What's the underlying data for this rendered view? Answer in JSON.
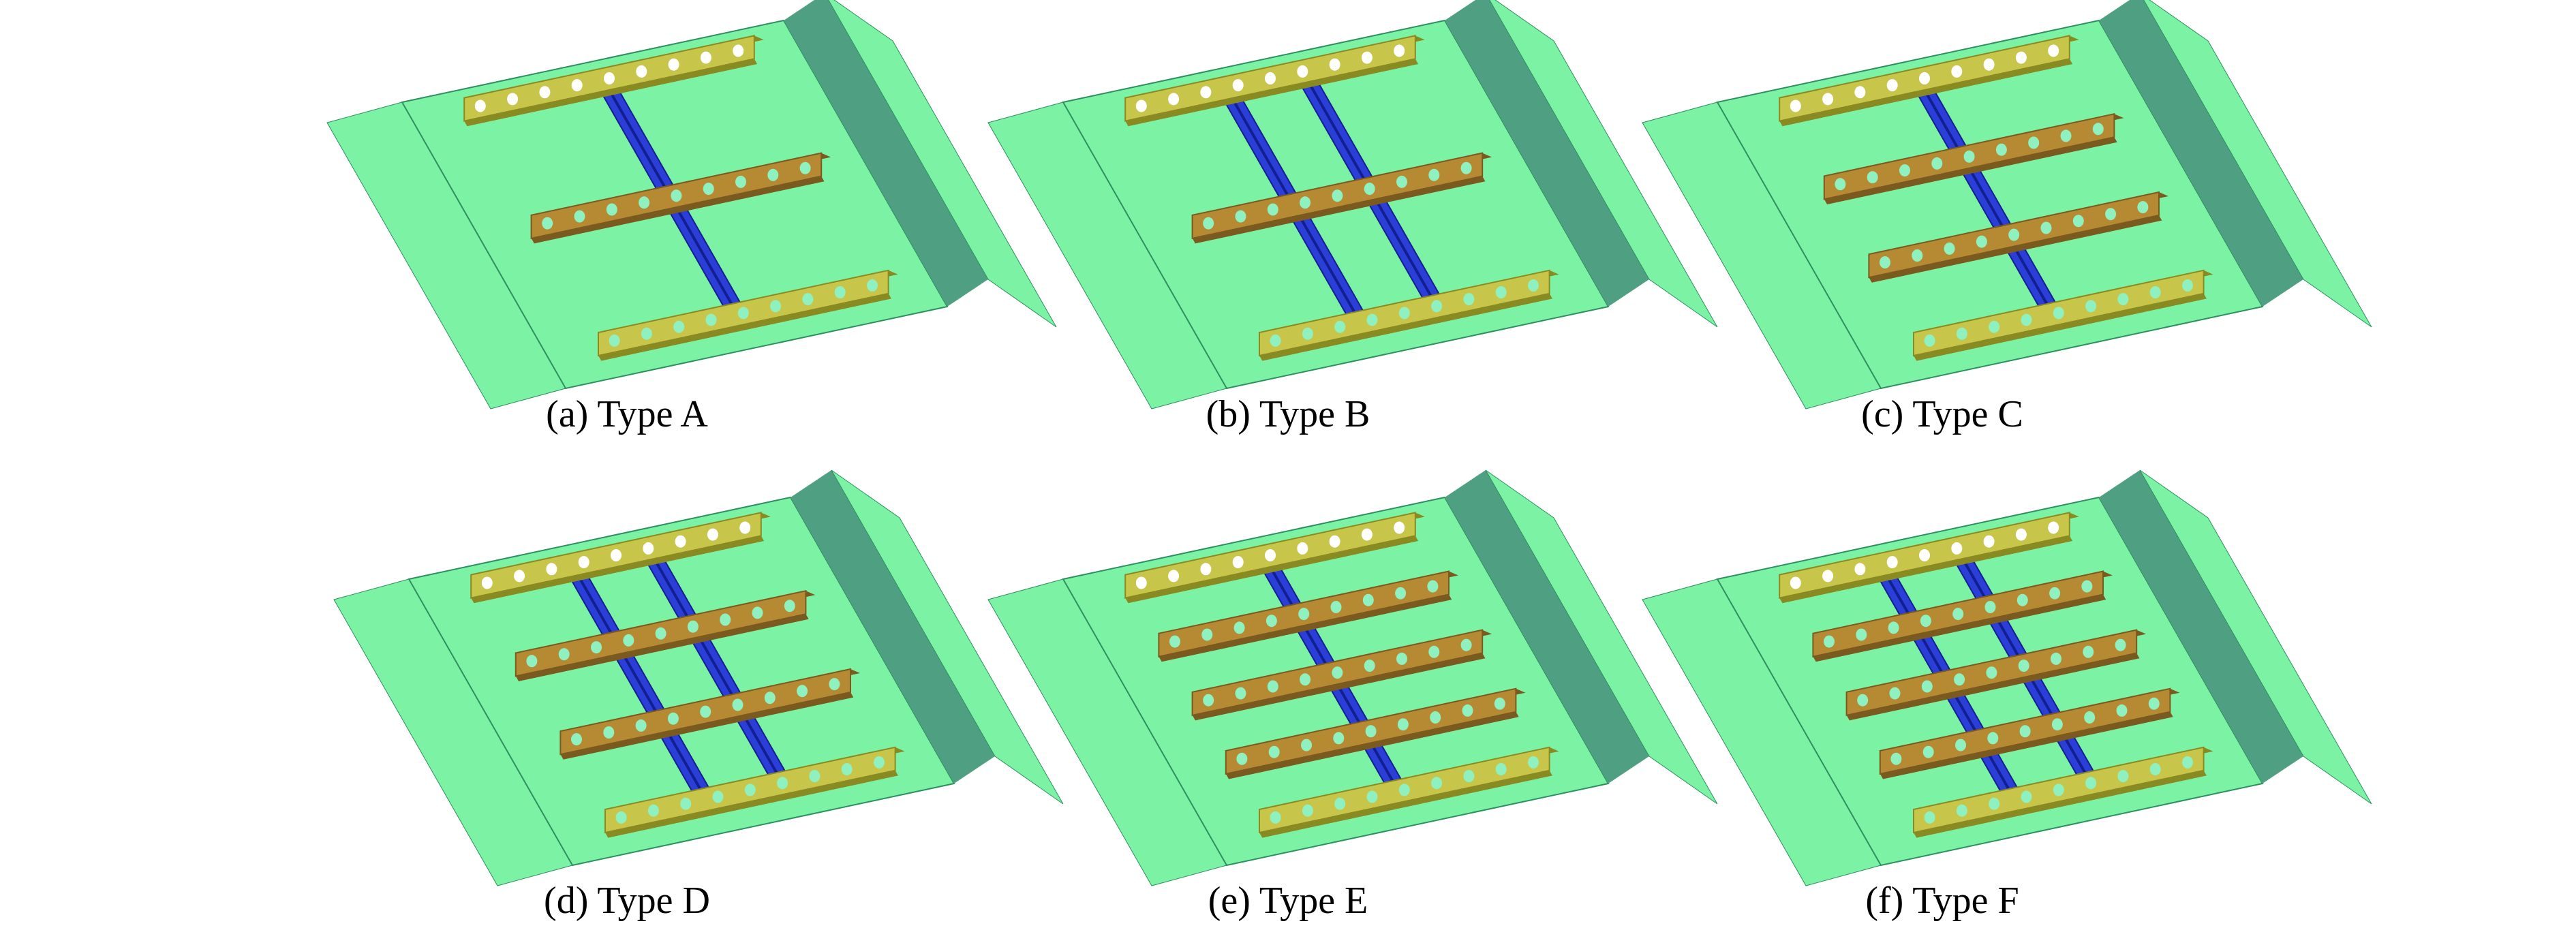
{
  "colors": {
    "background": "#ffffff",
    "plate": "#7cf2a4",
    "plate_edge": "#2e8f60",
    "flange_wall": "#4f9f82",
    "end_beam": "#c8c64a",
    "end_beam_side": "#8a8a22",
    "transverse_beam": "#b58a33",
    "transverse_beam_side": "#7a5a1f",
    "longitudinal_beam": "#2b3ed8",
    "longitudinal_beam_dark": "#12208f",
    "hole": "#ffffff"
  },
  "panels": [
    {
      "id": "a",
      "caption": "(a) Type A",
      "icon": "floor-grillage-type-a",
      "longitudinal_count": 1,
      "transverse_count": 1
    },
    {
      "id": "b",
      "caption": "(b) Type B",
      "icon": "floor-grillage-type-b",
      "longitudinal_count": 2,
      "transverse_count": 1
    },
    {
      "id": "c",
      "caption": "(c) Type C",
      "icon": "floor-grillage-type-c",
      "longitudinal_count": 1,
      "transverse_count": 2
    },
    {
      "id": "d",
      "caption": "(d) Type D",
      "icon": "floor-grillage-type-d",
      "longitudinal_count": 2,
      "transverse_count": 2
    },
    {
      "id": "e",
      "caption": "(e) Type E",
      "icon": "floor-grillage-type-e",
      "longitudinal_count": 1,
      "transverse_count": 3
    },
    {
      "id": "f",
      "caption": "(f) Type F",
      "icon": "floor-grillage-type-f",
      "longitudinal_count": 2,
      "transverse_count": 3
    }
  ]
}
